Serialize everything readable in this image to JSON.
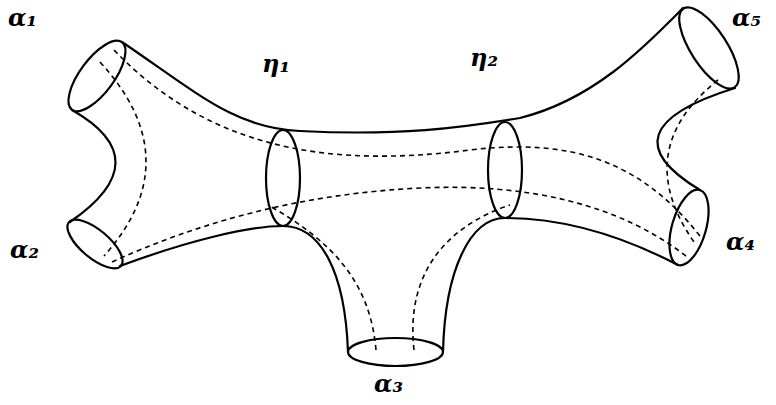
{
  "diagram": {
    "labels": [
      "α₁",
      "α₂",
      "α₃",
      "α₄",
      "α₅",
      "η₁",
      "η₂"
    ]
  }
}
